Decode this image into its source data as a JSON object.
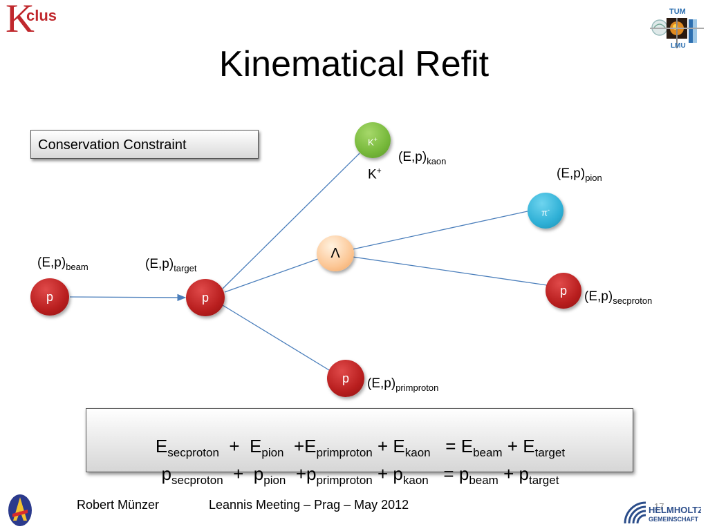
{
  "logos": {
    "kclus_k": "K",
    "kclus_text": "clus",
    "tum": "TUM",
    "lmu": "LMU"
  },
  "title": "Kinematical Refit",
  "constraint_box": "Conservation Constraint",
  "particles": {
    "beam_proton": "p",
    "target_proton": "p",
    "kaon": {
      "symbol": "K",
      "sup": "+"
    },
    "pion": {
      "symbol": "π",
      "sup": "-"
    },
    "lambda": "Λ",
    "secondary_proton": "p",
    "primary_proton": "p"
  },
  "kaon_caption": {
    "symbol": "K",
    "sup": "+"
  },
  "labels": {
    "ep": "(E,p)",
    "beam": "beam",
    "target": "target",
    "kaon": "kaon",
    "pion": "pion",
    "secproton": "secproton",
    "primproton": "primproton"
  },
  "equations": {
    "energy": {
      "symbol": "E",
      "terms": [
        "secproton",
        "pion",
        "primproton",
        "kaon"
      ],
      "rhs": [
        "beam",
        "target"
      ]
    },
    "momentum": {
      "symbol": "p",
      "terms": [
        "secproton",
        "pion",
        "primproton",
        "kaon"
      ],
      "rhs": [
        "beam",
        "target"
      ]
    },
    "plus": "+",
    "equals": "="
  },
  "footer": {
    "author": "Robert Münzer",
    "event": "Leannis Meeting – Prag – May 2012",
    "page": "17",
    "helmholtz_1": "HELMHOLTZ",
    "helmholtz_2": "GEMEINSCHAFT"
  },
  "colors": {
    "proton": "#c0282d",
    "kaon": "#76b83a",
    "pion": "#2fb0d6",
    "lambda": "#fcc796",
    "track": "#4a7ebb",
    "kclus_logo": "#c0282d"
  }
}
